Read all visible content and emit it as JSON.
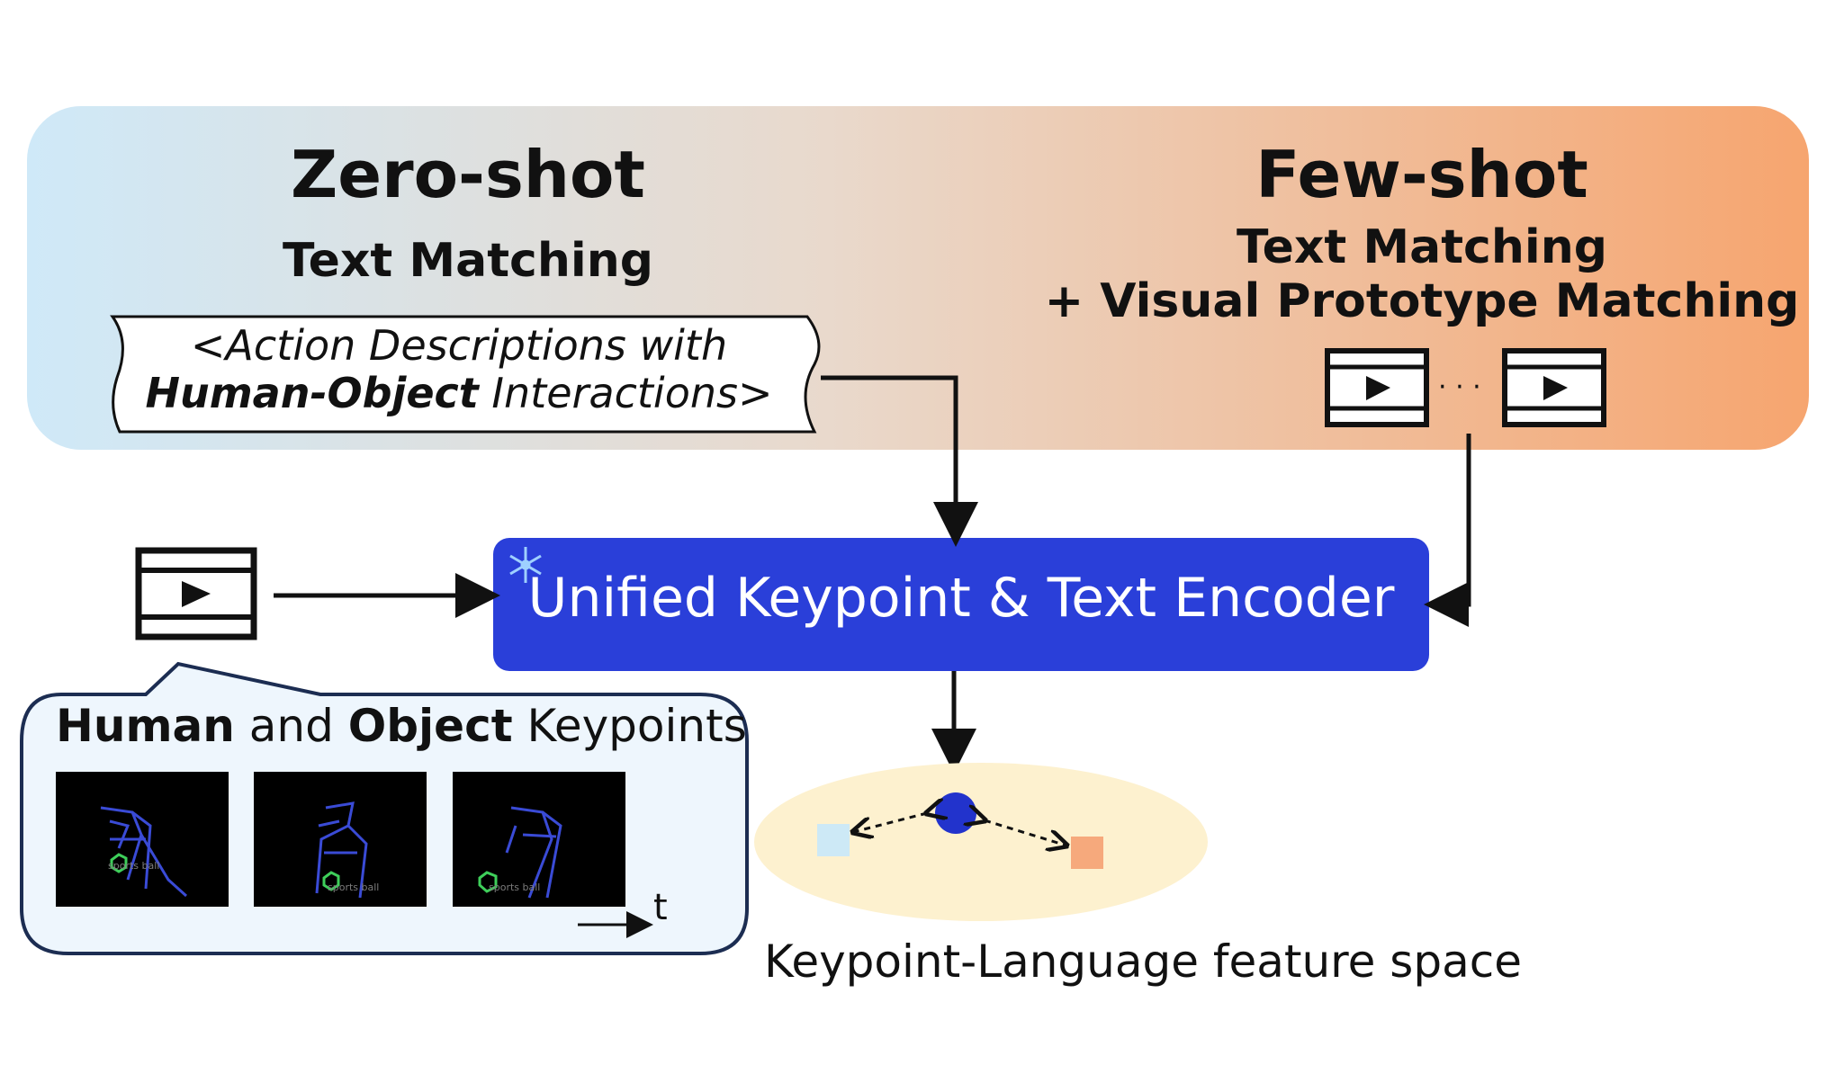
{
  "zero_shot": {
    "title": "Zero-shot",
    "subtitle": "Text Matching",
    "description": {
      "line1": "<Action Descriptions with",
      "line2_bold": "Human-Object",
      "line2_rest": " Interactions>"
    }
  },
  "few_shot": {
    "title": "Few-shot",
    "subtitle_line1": "Text Matching",
    "subtitle_line2": "+ Visual Prototype Matching"
  },
  "encoder": {
    "label": "Unified Keypoint & Text Encoder",
    "color": "#2a3fd9",
    "icon": "snowflake-icon"
  },
  "keypoints": {
    "title_bold1": "Human",
    "title_mid": " and ",
    "title_bold2": "Object",
    "title_end": " Keypoints",
    "frame_label": "sports ball",
    "time_label": "t"
  },
  "feature_space": {
    "label": "Keypoint-Language feature space",
    "ellipse_color": "#fdf1cf",
    "left_square_color": "#cde9f6",
    "right_square_color": "#f6a97c",
    "center_dot_color": "#2233cc"
  },
  "banner_colors": {
    "left": "#cfe9f8",
    "right": "#f6a56f"
  }
}
